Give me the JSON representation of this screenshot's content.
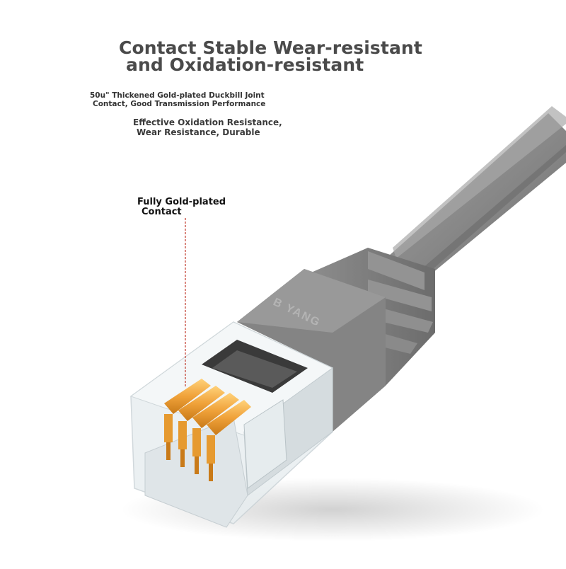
{
  "headline": {
    "line1": "Contact Stable Wear-resistant",
    "line2": "and Oxidation-resistant"
  },
  "notes": [
    {
      "line1": "50u\" Thickened Gold-plated Duckbill Joint",
      "line2": "Contact, Good Transmission Performance"
    },
    {
      "line1": "Effective Oxidation Resistance,",
      "line2": "Wear Resistance, Durable"
    }
  ],
  "callout": {
    "line1": "Fully Gold-plated",
    "line2": "Contact"
  },
  "brand": "B  YANG",
  "colors": {
    "cable": "#8a8a8a",
    "boot": "#7d7d7d",
    "gold": "#f0a23a",
    "callout_line": "#c0392b"
  }
}
